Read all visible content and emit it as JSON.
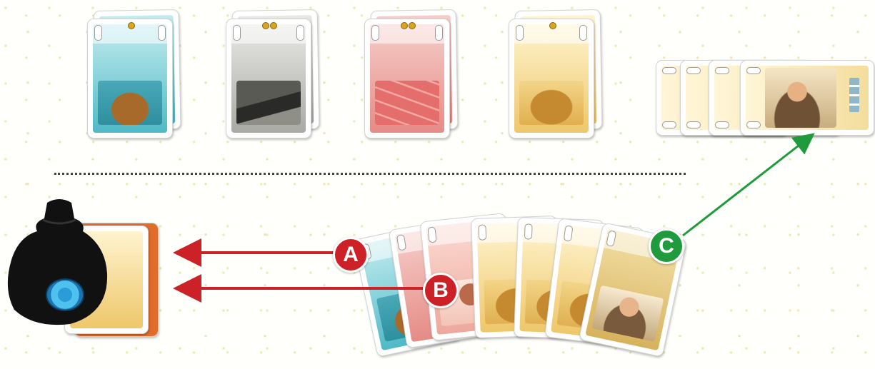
{
  "market": {
    "piles": [
      {
        "resource": "fish",
        "type": "resource-card",
        "coins": 1
      },
      {
        "resource": "stone",
        "type": "resource-card",
        "coins": 2
      },
      {
        "resource": "brick",
        "type": "resource-card",
        "coins": 2
      },
      {
        "resource": "grain",
        "type": "resource-card",
        "coins": 1
      }
    ],
    "played_row": {
      "card_count": 4,
      "top_card": "character"
    }
  },
  "player_area": {
    "token_color": "#2b9cd8",
    "hand": [
      "fish",
      "brick-character",
      "grain",
      "grain",
      "grain",
      "character"
    ]
  },
  "markers": [
    {
      "id": "A",
      "label": "A",
      "color": "#cd2128"
    },
    {
      "id": "B",
      "label": "B",
      "color": "#cd2128"
    },
    {
      "id": "C",
      "label": "C",
      "color": "#1f9a3c"
    }
  ]
}
